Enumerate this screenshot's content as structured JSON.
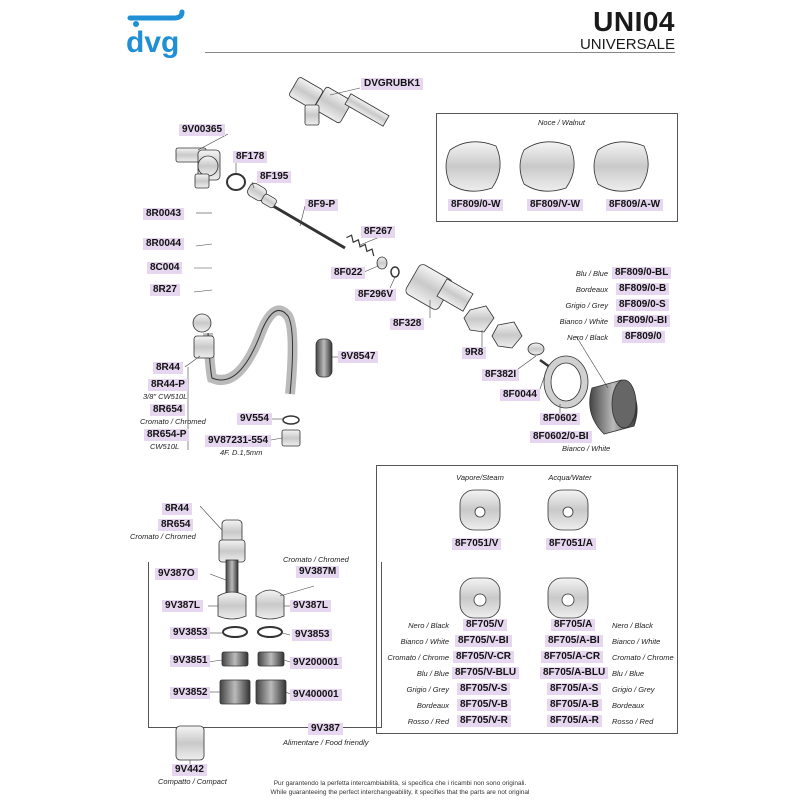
{
  "header": {
    "brand": "dvg",
    "model": "UNI04",
    "name": "UNIVERSALE"
  },
  "colors": {
    "label_bg": "#e6d6f0",
    "brand_blue": "#1f8fd6",
    "line": "#555555"
  },
  "labels": {
    "dvgrubk1": "DVGRUBK1",
    "v00365": "9V00365",
    "f178": "8F178",
    "f195": "8F195",
    "f9p": "8F9-P",
    "r0043": "8R0043",
    "f267": "8F267",
    "r0044": "8R0044",
    "c004": "8C004",
    "f022": "8F022",
    "r27": "8R27",
    "f296v": "8F296V",
    "f328": "8F328",
    "r8": "9R8",
    "v8547": "9V8547",
    "f382i": "8F382I",
    "r44a": "8R44",
    "r44p": "8R44-P",
    "f0044": "8F0044",
    "r654a": "8R654",
    "v554": "9V554",
    "f0602": "8F0602",
    "r654p": "8R654-P",
    "v87231": "9V87231-554",
    "f0602bi": "8F0602/0-BI",
    "r44b": "8R44",
    "r654b": "8R654",
    "v387o": "9V387O",
    "v387m": "9V387M",
    "v387l_a": "9V387L",
    "v387l_b": "9V387L",
    "v3853_a": "9V3853",
    "v3853_b": "9V3853",
    "v3851": "9V3851",
    "v200001": "9V200001",
    "v3852": "9V3852",
    "v400001": "9V400001",
    "v387": "9V387",
    "v442": "9V442"
  },
  "notes": {
    "r44p_note": "3/8\" CW510L",
    "r654a_note": "Cromato / Chromed",
    "r654p_note": "CW510L",
    "v87231_note": "4F. D.1,5mm",
    "r654b_note": "Cromato / Chromed",
    "v387m_note": "Cromato / Chromed",
    "v387_note": "Alimentare / Food friendly",
    "v442_note": "Compatto / Compact",
    "f0602bi_note": "Bianco / White"
  },
  "knobs": {
    "title": "Noce / Walnut",
    "items": [
      "8F809/0-W",
      "8F809/V-W",
      "8F809/A-W"
    ]
  },
  "knob_colors": [
    {
      "color": "Blu / Blue",
      "code": "8F809/0-BL"
    },
    {
      "color": "Bordeaux",
      "code": "8F809/0-B"
    },
    {
      "color": "Grigio / Grey",
      "code": "8F809/0-S"
    },
    {
      "color": "Bianco / White",
      "code": "8F809/0-BI"
    },
    {
      "color": "Nero / Black",
      "code": "8F809/0"
    }
  ],
  "inserts": {
    "steam_caption": "Vapore/Steam",
    "water_caption": "Acqua/Water",
    "steam_code": "8F7051/V",
    "water_code": "8F7051/A",
    "table": [
      {
        "left": "Nero / Black",
        "v": "8F705/V",
        "a": "8F705/A",
        "right": "Nero / Black"
      },
      {
        "left": "Bianco / White",
        "v": "8F705/V-BI",
        "a": "8F705/A-BI",
        "right": "Bianco / White"
      },
      {
        "left": "Cromato / Chrome",
        "v": "8F705/V-CR",
        "a": "8F705/A-CR",
        "right": "Cromato / Chrome"
      },
      {
        "left": "Blu / Blue",
        "v": "8F705/V-BLU",
        "a": "8F705/A-BLU",
        "right": "Blu / Blue"
      },
      {
        "left": "Grigio / Grey",
        "v": "8F705/V-S",
        "a": "8F705/A-S",
        "right": "Grigio / Grey"
      },
      {
        "left": "Bordeaux",
        "v": "8F705/V-B",
        "a": "8F705/A-B",
        "right": "Bordeaux"
      },
      {
        "left": "Rosso / Red",
        "v": "8F705/V-R",
        "a": "8F705/A-R",
        "right": "Rosso / Red"
      }
    ]
  },
  "footer": {
    "line1": "Pur garantendo la perfetta intercambiabilità, si specifica che i ricambi non sono originali.",
    "line2": "While guaranteeing the perfect interchangeability, it specifies that the parts are not original"
  }
}
